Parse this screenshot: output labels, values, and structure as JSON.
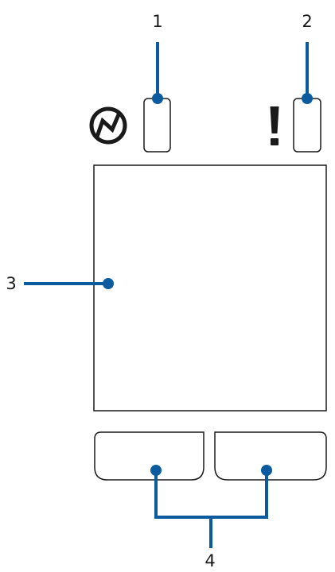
{
  "callouts": [
    {
      "number": "1"
    },
    {
      "number": "2"
    },
    {
      "number": "3"
    },
    {
      "number": "4"
    }
  ],
  "colors": {
    "leader": "#0b5b9e",
    "outline": "#1a1a1a",
    "background": "#ffffff"
  },
  "icons": [
    "power-icon",
    "exclamation-icon"
  ]
}
